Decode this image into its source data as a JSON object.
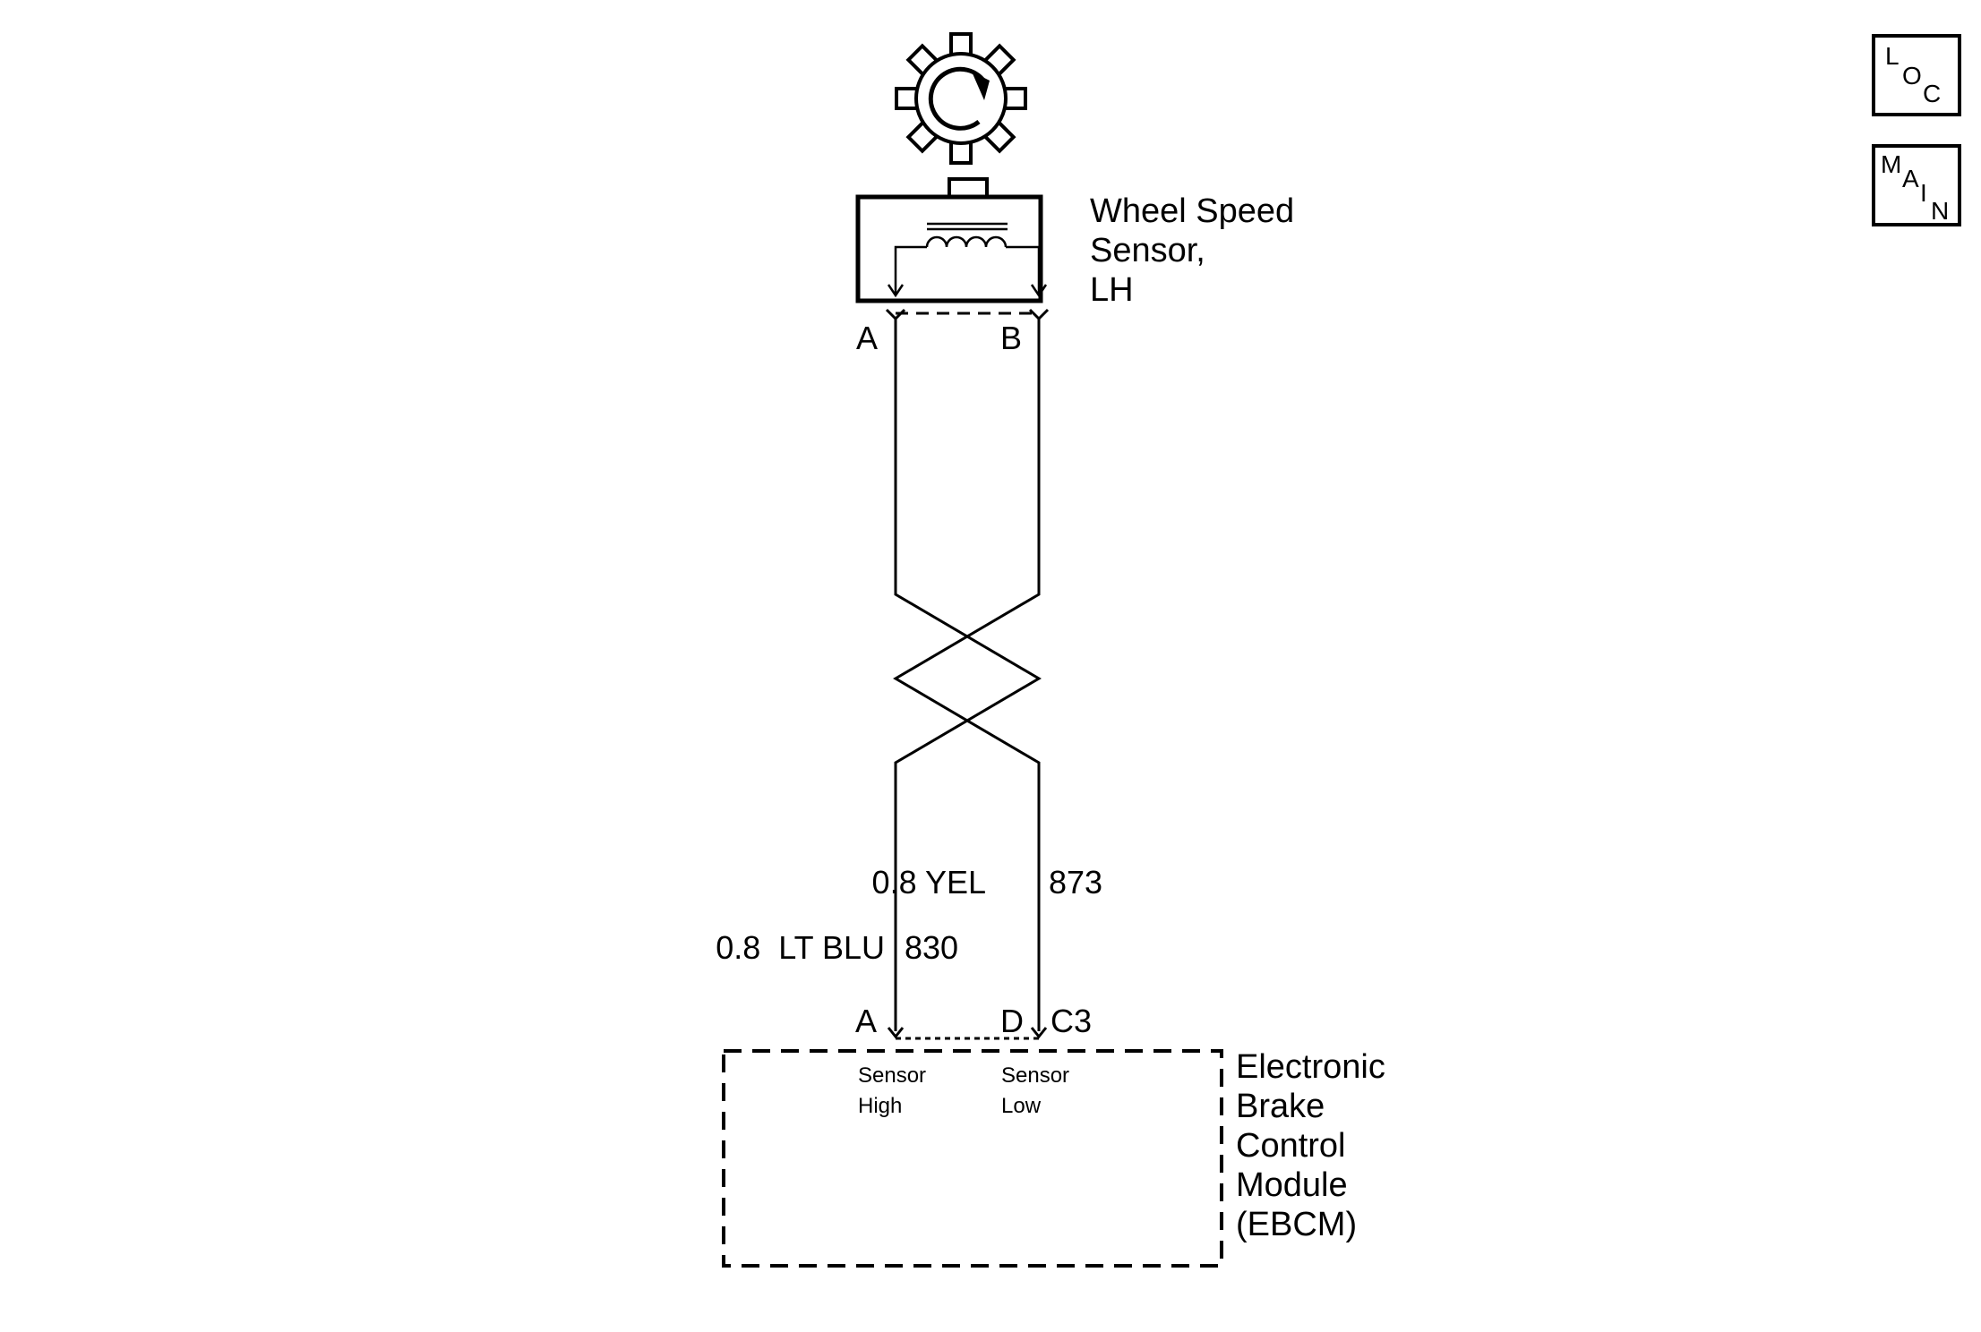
{
  "sensor": {
    "name_lines": [
      "Wheel Speed",
      "Sensor,",
      "LH"
    ],
    "pin_a": "A",
    "pin_b": "B"
  },
  "wires": {
    "yel": {
      "gauge_color": "0.8 YEL",
      "circuit": "873"
    },
    "blu": {
      "gauge_color": "0.8  LT BLU",
      "circuit": "830"
    }
  },
  "ebcm": {
    "pin_a": "A",
    "pin_d": "D",
    "connector": "C3",
    "name_lines": [
      "Electronic",
      "Brake",
      "Control",
      "Module",
      "(EBCM)"
    ],
    "terminal_a_lines": [
      "Sensor",
      "High"
    ],
    "terminal_d_lines": [
      "Sensor",
      "Low"
    ]
  },
  "nav": {
    "loc": [
      "L",
      "O",
      "C"
    ],
    "main": [
      "M",
      "A",
      "I",
      "N"
    ]
  }
}
